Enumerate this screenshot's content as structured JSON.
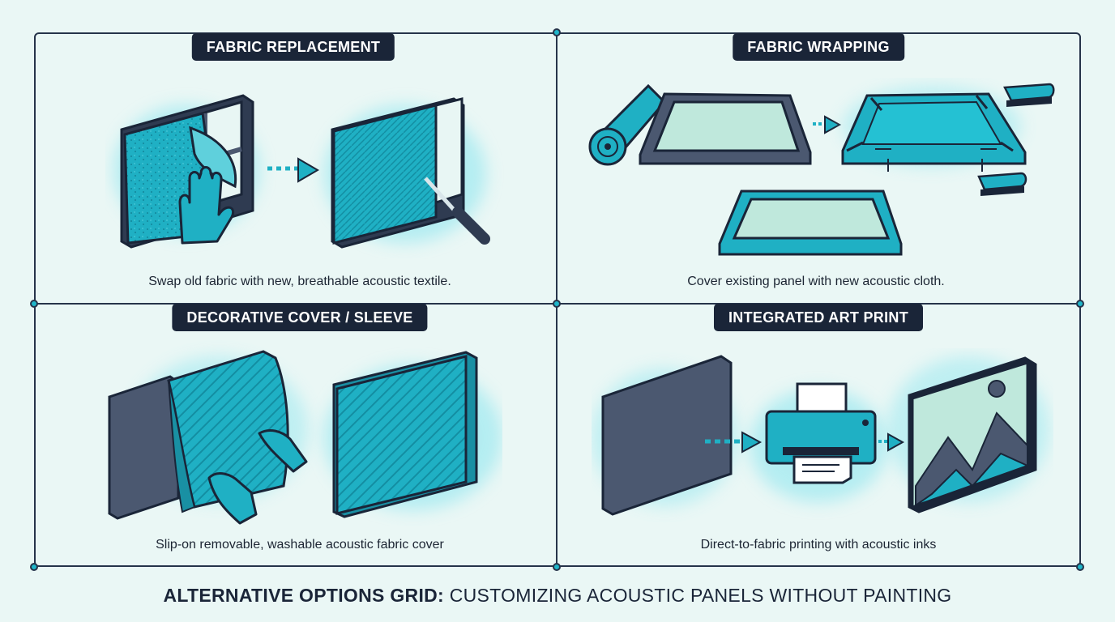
{
  "colors": {
    "background": "#eaf7f5",
    "accent": "#1fb6c9",
    "dark": "#1a2538",
    "panel_slate": "#4b5870",
    "glow": "#7fe3ee",
    "light_fill": "#bfe8dc"
  },
  "cells": [
    {
      "title": "FABRIC REPLACEMENT",
      "caption": "Swap old fabric with new, breathable acoustic textile.",
      "icons": [
        "acoustic-panel-icon",
        "hand-icon",
        "arrow-right-icon",
        "patterned-panel-icon",
        "screwdriver-icon"
      ]
    },
    {
      "title": "FABRIC WRAPPING",
      "caption": "Cover existing panel with new acoustic cloth.",
      "icons": [
        "fabric-roll-icon",
        "frame-icon",
        "arrow-right-icon",
        "wrapped-frame-icon",
        "stapler-icon",
        "finished-panel-icon"
      ]
    },
    {
      "title": "DECORATIVE COVER / SLEEVE",
      "caption": "Slip-on removable, washable acoustic fabric cover",
      "icons": [
        "panel-icon",
        "sleeve-icon",
        "hand-icon",
        "covered-panel-icon"
      ]
    },
    {
      "title": "INTEGRATED ART PRINT",
      "caption": "Direct-to-fabric printing with acoustic inks",
      "icons": [
        "panel-icon",
        "arrow-right-icon",
        "printer-icon",
        "art-panel-icon"
      ]
    }
  ],
  "footer": {
    "bold": "ALTERNATIVE OPTIONS GRID:",
    "regular": " CUSTOMIZING ACOUSTIC PANELS WITHOUT PAINTING"
  }
}
